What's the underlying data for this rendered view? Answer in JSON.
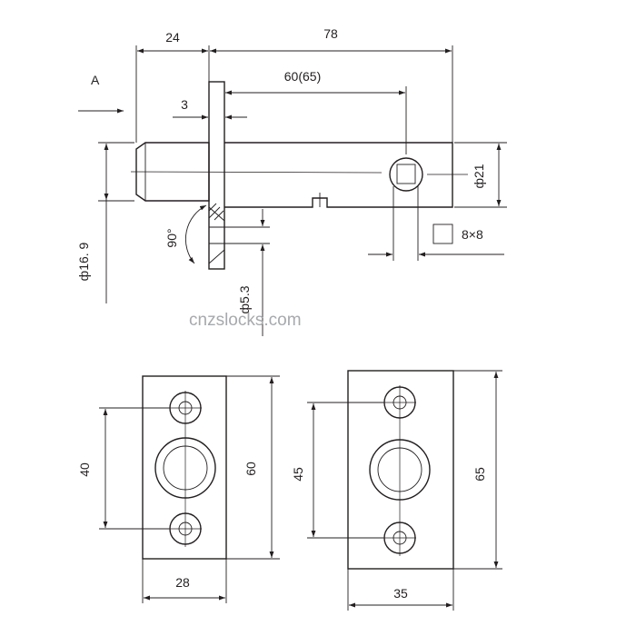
{
  "side_view": {
    "view_label": "A",
    "dim_24": "24",
    "dim_78": "78",
    "dim_60_65": "60(65)",
    "dim_3": "3",
    "dim_phi21": "ф21",
    "dim_8x8": "8×8",
    "dim_90": "90°",
    "dim_phi16_9": "ф16. 9",
    "dim_phi5_3": "ф5.3"
  },
  "watermark": "cnzslocks.com",
  "plate_small": {
    "dim_height": "60",
    "dim_width": "28",
    "dim_hole_spacing": "40"
  },
  "plate_large": {
    "dim_height": "65",
    "dim_width": "35",
    "dim_hole_spacing": "45"
  }
}
